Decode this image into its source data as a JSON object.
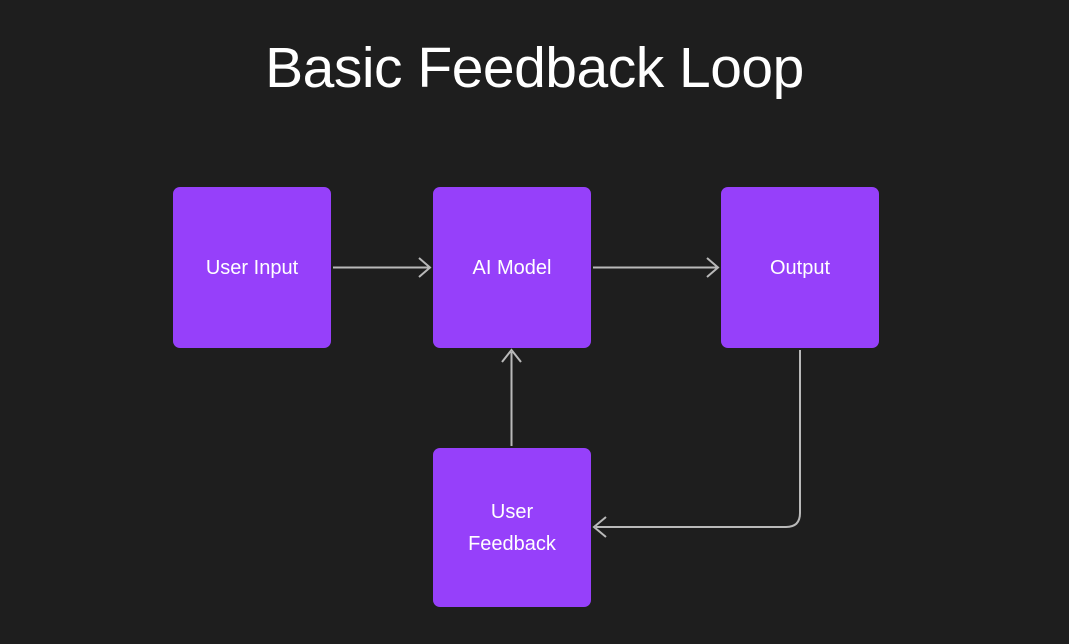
{
  "diagram": {
    "title": "Basic Feedback Loop",
    "background_color": "#1e1e1e",
    "node_color": "#9640fa",
    "node_text_color": "#ffffff",
    "connector_color": "#b9b9b9",
    "nodes": [
      {
        "id": "user-input",
        "label": "User Input"
      },
      {
        "id": "ai-model",
        "label": "AI Model"
      },
      {
        "id": "output",
        "label": "Output"
      },
      {
        "id": "user-feedback",
        "label": "User\nFeedback"
      }
    ],
    "edges": [
      {
        "id": "user-input-to-ai-model",
        "from": "User Input",
        "to": "AI Model",
        "direction": "right"
      },
      {
        "id": "ai-model-to-output",
        "from": "AI Model",
        "to": "Output",
        "direction": "right"
      },
      {
        "id": "output-to-user-feedback",
        "from": "Output",
        "to": "User Feedback",
        "direction": "left"
      },
      {
        "id": "user-feedback-to-ai-model",
        "from": "User Feedback",
        "to": "AI Model",
        "direction": "up"
      }
    ]
  }
}
